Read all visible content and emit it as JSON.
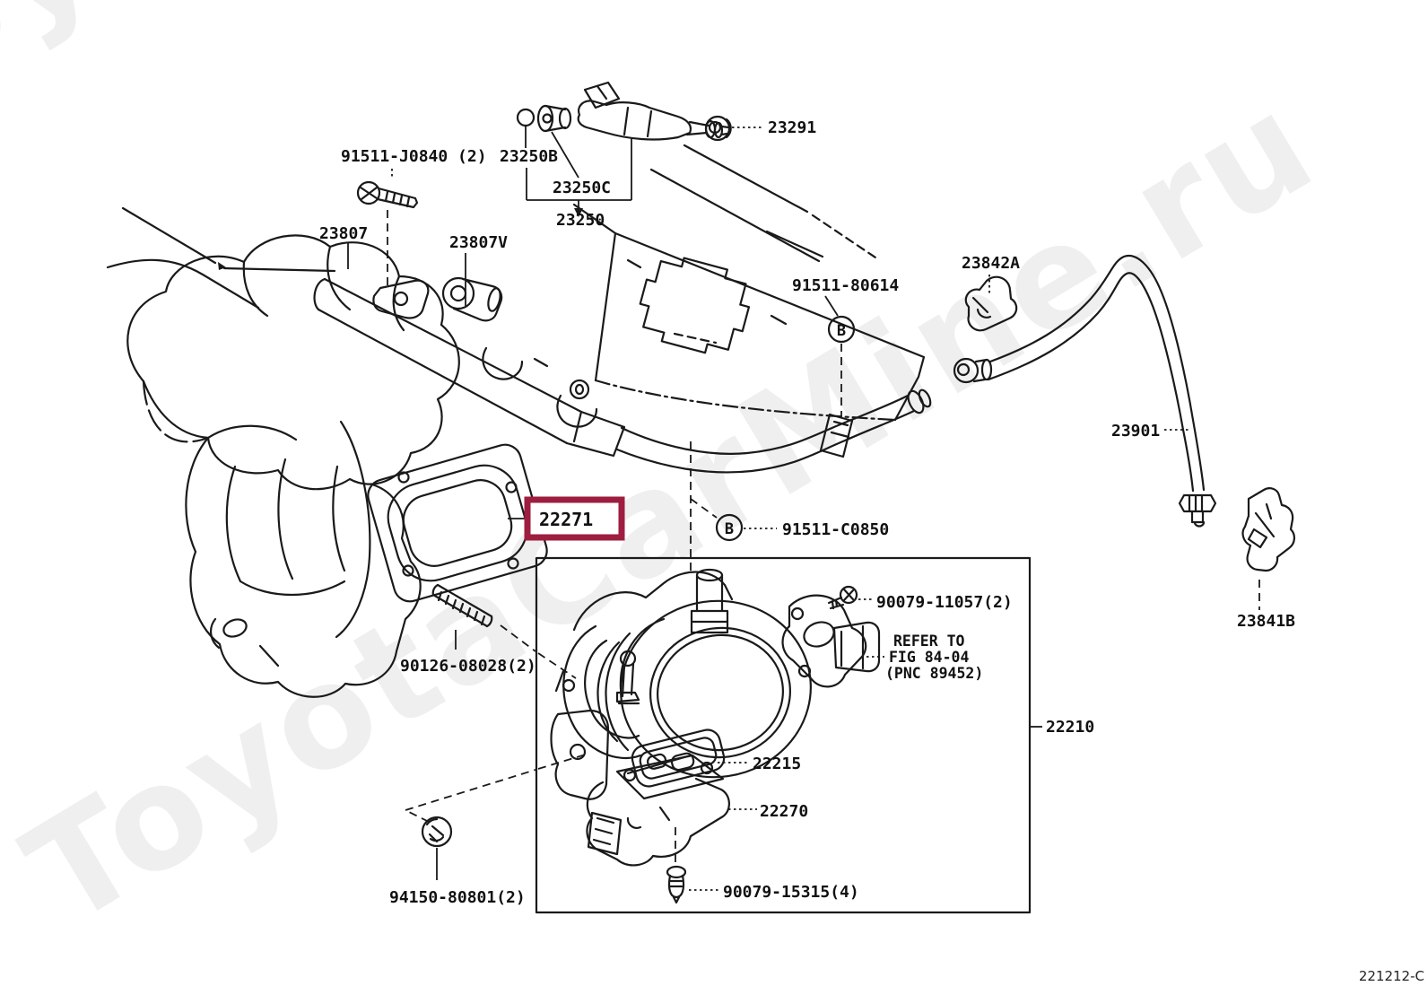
{
  "watermark": {
    "text": "ToyotaCarMine.ru"
  },
  "footer": {
    "figure_code": "221212-C"
  },
  "colors": {
    "background": "#ffffff",
    "line": "#1a1a1a",
    "label": "#111111",
    "highlight_box": "#9e1e3f",
    "watermark": "#efefef"
  },
  "highlight": {
    "part_number": "22271"
  },
  "callouts": {
    "b1": "B",
    "b2": "B"
  },
  "note": {
    "line1": "REFER TO",
    "line2": "FIG 84-04",
    "line3": "(PNC 89452)"
  },
  "labels": {
    "bolt_91511_j0840": "91511-J0840 (2)",
    "p23250b": "23250B",
    "p23250c": "23250C",
    "p23250": "23250",
    "p23807": "23807",
    "p23807v": "23807V",
    "p23291": "23291",
    "bolt_91511_80614": "91511-80614",
    "p23842a": "23842A",
    "p23901": "23901",
    "p23841b": "23841B",
    "p22271": "22271",
    "bolt_91511_c0850": "91511-C0850",
    "screw_90079_11057": "90079-11057(2)",
    "p22210": "22210",
    "p22215": "22215",
    "p22270": "22270",
    "screw_90079_15315": "90079-15315(4)",
    "stud_90126_08028": "90126-08028(2)",
    "nut_94150_80801": "94150-80801(2)"
  }
}
